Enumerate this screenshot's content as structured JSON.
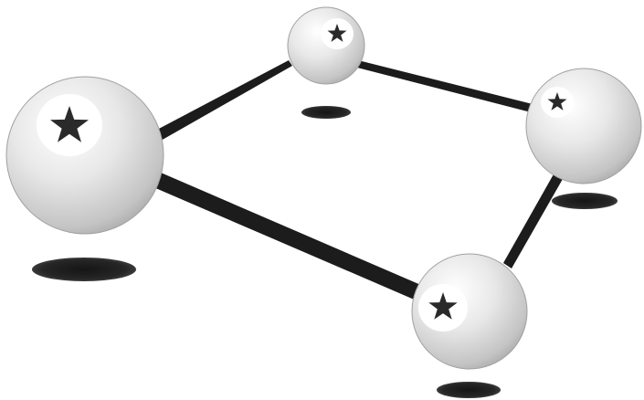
{
  "diagram": {
    "type": "molecular-network",
    "style": "grayscale",
    "background": "#ffffff",
    "sphere_fill": "#d9d9d9",
    "sphere_highlight": "#ffffff",
    "sphere_edge": "#9a9a9a",
    "bond_color": "#1c1c1c",
    "shadow_color": "#1e1e1e",
    "marker_icon": "star-icon",
    "marker_color": "#2a2a2a",
    "nodes": [
      {
        "id": "left",
        "label": ""
      },
      {
        "id": "top",
        "label": ""
      },
      {
        "id": "right",
        "label": ""
      },
      {
        "id": "bottom",
        "label": ""
      }
    ],
    "edges": [
      {
        "from": "left",
        "to": "top"
      },
      {
        "from": "top",
        "to": "right"
      },
      {
        "from": "right",
        "to": "bottom"
      },
      {
        "from": "bottom",
        "to": "left"
      }
    ]
  }
}
